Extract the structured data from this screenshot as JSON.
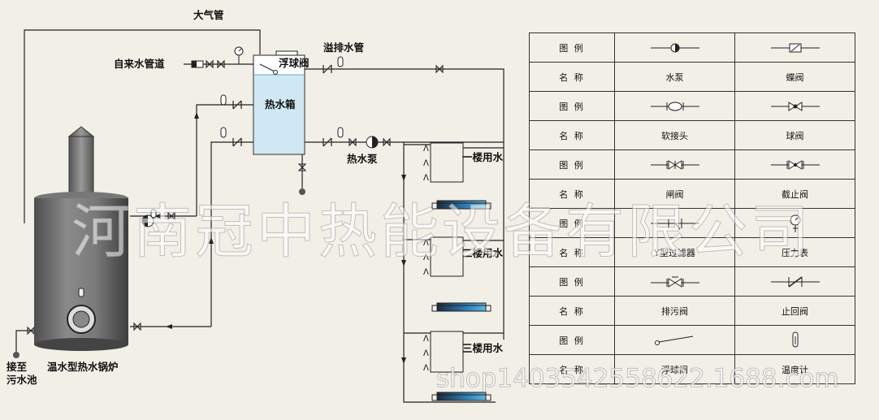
{
  "diagram": {
    "atmos_pipe": "大气管",
    "overflow_pipe": "溢排水管",
    "tap_water": "自来水管道",
    "float_valve": "浮球阀",
    "hot_tank": "热水箱",
    "hot_pump": "热水泵",
    "boiler": "温水型热水锅炉",
    "sewage_l1": "接至",
    "sewage_l2": "污水池",
    "floor1": "一楼用水",
    "floor2": "二楼用水",
    "floor3": "三楼用水"
  },
  "legend": {
    "header_symbol": "图 例",
    "header_name": "名 称",
    "rows": [
      {
        "left_name": "水泵",
        "right_name": "蝶阀",
        "left_icon": "water-pump-icon",
        "right_icon": "butterfly-valve-icon"
      },
      {
        "left_name": "软接头",
        "right_name": "球阀",
        "left_icon": "flexible-joint-icon",
        "right_icon": "ball-valve-icon"
      },
      {
        "left_name": "闸阀",
        "right_name": "截止阀",
        "left_icon": "gate-valve-icon",
        "right_icon": "globe-valve-icon"
      },
      {
        "left_name": "Y型过滤器",
        "right_name": "压力表",
        "left_icon": "y-strainer-icon",
        "right_icon": "pressure-gauge-icon"
      },
      {
        "left_name": "排污阀",
        "right_name": "止回阀",
        "left_icon": "drain-valve-icon",
        "right_icon": "check-valve-icon"
      },
      {
        "left_name": "浮球阀",
        "right_name": "温度计",
        "left_icon": "float-valve-icon",
        "right_icon": "thermometer-icon"
      }
    ]
  },
  "watermark": "河南冠中热能设备有限公司",
  "shop_url": "shop1403542558622.1688.com",
  "colors": {
    "background": "#f2efe6",
    "tank_water": "#cfe8f4",
    "boiler": "#6e6e6e",
    "line": "#222222"
  }
}
